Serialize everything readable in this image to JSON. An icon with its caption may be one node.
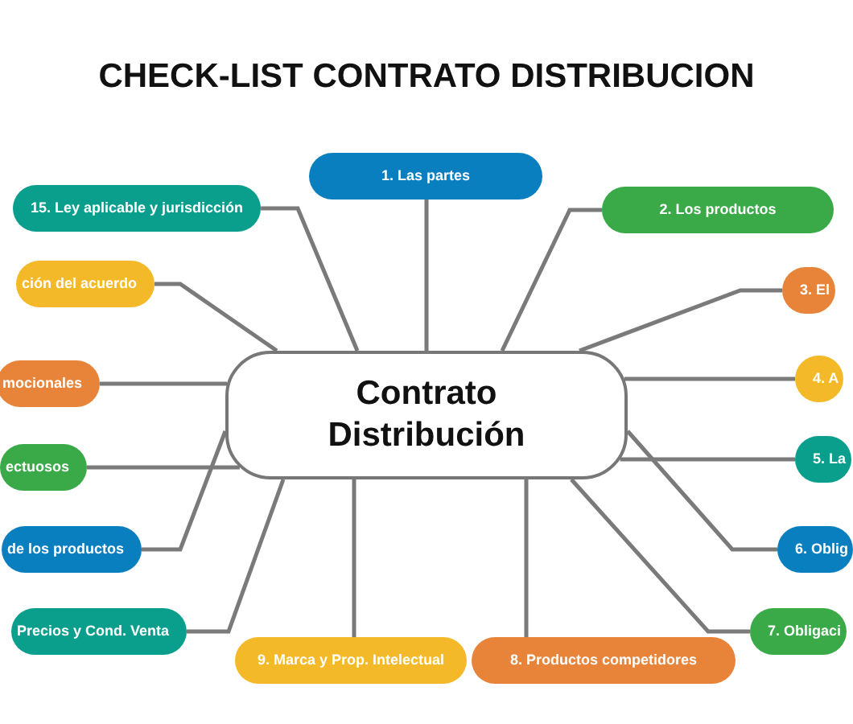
{
  "diagram": {
    "title": "CHECK-LIST CONTRATO DISTRIBUCION",
    "nodes": [
      {
        "text": [
          "Contrato Distribución"
        ]
      },
      {
        "text": [
          "1. Las partes"
        ]
      },
      {
        "text": [
          "2. Los productos"
        ]
      },
      {
        "text": [
          "3. El"
        ]
      },
      {
        "text": [
          "4. A"
        ]
      },
      {
        "text": [
          "5. La"
        ]
      },
      {
        "text": [
          "6. Oblig"
        ]
      },
      {
        "text": [
          "7. Obligaci"
        ]
      },
      {
        "text": [
          "8. Productos competidores"
        ]
      },
      {
        "text": [
          "9. Marca y Prop. Intelectual"
        ]
      },
      {
        "text": [
          "Precios y Cond. Venta"
        ]
      },
      {
        "text": [
          "de los productos"
        ]
      },
      {
        "text": [
          "ectuosos"
        ]
      },
      {
        "text": [
          "mocionales"
        ]
      },
      {
        "text": [
          "ción del acuerdo"
        ]
      },
      {
        "text": [
          "15. Ley aplicable y jurisdicción"
        ]
      }
    ],
    "edges": [
      {
        "from": 0,
        "to": 1,
        "arrow": "none"
      },
      {
        "from": 0,
        "to": 2,
        "arrow": "none"
      },
      {
        "from": 0,
        "to": 3,
        "arrow": "none"
      },
      {
        "from": 0,
        "to": 4,
        "arrow": "none"
      },
      {
        "from": 0,
        "to": 5,
        "arrow": "none"
      },
      {
        "from": 0,
        "to": 6,
        "arrow": "none"
      },
      {
        "from": 0,
        "to": 7,
        "arrow": "none"
      },
      {
        "from": 0,
        "to": 8,
        "arrow": "none"
      },
      {
        "from": 0,
        "to": 9,
        "arrow": "none"
      },
      {
        "from": 0,
        "to": 10,
        "arrow": "none"
      },
      {
        "from": 0,
        "to": 11,
        "arrow": "none"
      },
      {
        "from": 0,
        "to": 12,
        "arrow": "none"
      },
      {
        "from": 0,
        "to": 13,
        "arrow": "none"
      },
      {
        "from": 0,
        "to": 14,
        "arrow": "none"
      },
      {
        "from": 0,
        "to": 15,
        "arrow": "none"
      }
    ]
  }
}
